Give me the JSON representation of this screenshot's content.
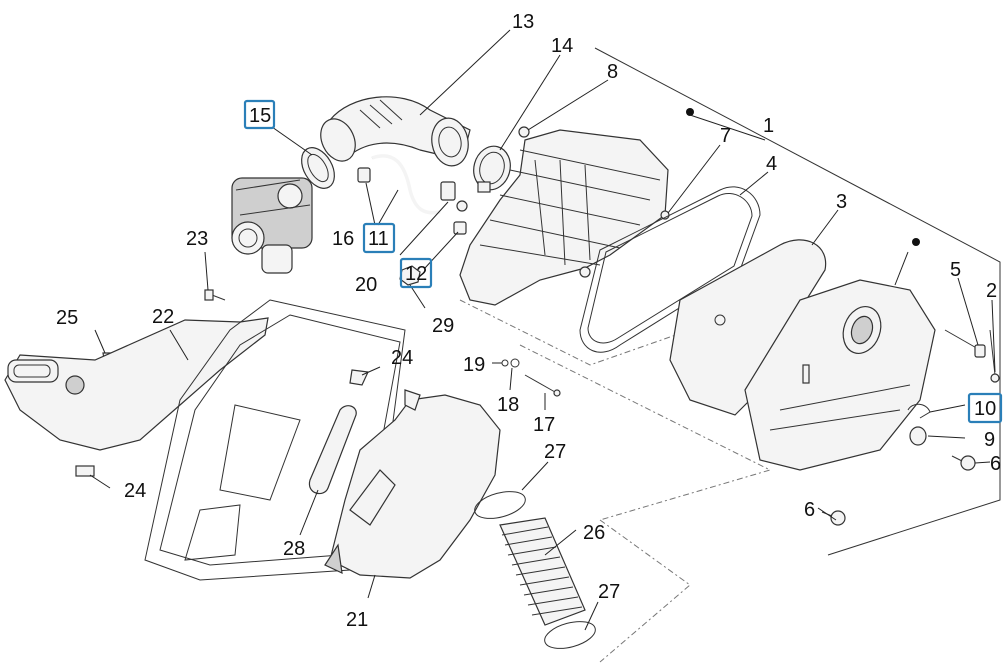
{
  "diagram": {
    "callouts": [
      {
        "id": "c1",
        "text": "1",
        "highlight": false
      },
      {
        "id": "c2",
        "text": "2",
        "highlight": false
      },
      {
        "id": "c3",
        "text": "3",
        "highlight": false
      },
      {
        "id": "c4",
        "text": "4",
        "highlight": false
      },
      {
        "id": "c5",
        "text": "5",
        "highlight": false
      },
      {
        "id": "c6a",
        "text": "6",
        "highlight": false
      },
      {
        "id": "c6b",
        "text": "6",
        "highlight": false
      },
      {
        "id": "c7",
        "text": "7",
        "highlight": false
      },
      {
        "id": "c8",
        "text": "8",
        "highlight": false
      },
      {
        "id": "c9",
        "text": "9",
        "highlight": false
      },
      {
        "id": "c10",
        "text": "10",
        "highlight": true
      },
      {
        "id": "c11",
        "text": "11",
        "highlight": true
      },
      {
        "id": "c12",
        "text": "12",
        "highlight": true
      },
      {
        "id": "c13",
        "text": "13",
        "highlight": false
      },
      {
        "id": "c14",
        "text": "14",
        "highlight": false
      },
      {
        "id": "c15",
        "text": "15",
        "highlight": true
      },
      {
        "id": "c16",
        "text": "16",
        "highlight": false
      },
      {
        "id": "c17",
        "text": "17",
        "highlight": false
      },
      {
        "id": "c18",
        "text": "18",
        "highlight": false
      },
      {
        "id": "c19",
        "text": "19",
        "highlight": false
      },
      {
        "id": "c20",
        "text": "20",
        "highlight": false
      },
      {
        "id": "c21",
        "text": "21",
        "highlight": false
      },
      {
        "id": "c22",
        "text": "22",
        "highlight": false
      },
      {
        "id": "c23",
        "text": "23",
        "highlight": false
      },
      {
        "id": "c24a",
        "text": "24",
        "highlight": false
      },
      {
        "id": "c24b",
        "text": "24",
        "highlight": false
      },
      {
        "id": "c25",
        "text": "25",
        "highlight": false
      },
      {
        "id": "c26",
        "text": "26",
        "highlight": false
      },
      {
        "id": "c27a",
        "text": "27",
        "highlight": false
      },
      {
        "id": "c27b",
        "text": "27",
        "highlight": false
      },
      {
        "id": "c28",
        "text": "28",
        "highlight": false
      },
      {
        "id": "c29",
        "text": "29",
        "highlight": false
      }
    ],
    "colors": {
      "highlight_box": "#2a7fb8",
      "line": "#333333",
      "part_fill": "#f4f4f4"
    }
  }
}
